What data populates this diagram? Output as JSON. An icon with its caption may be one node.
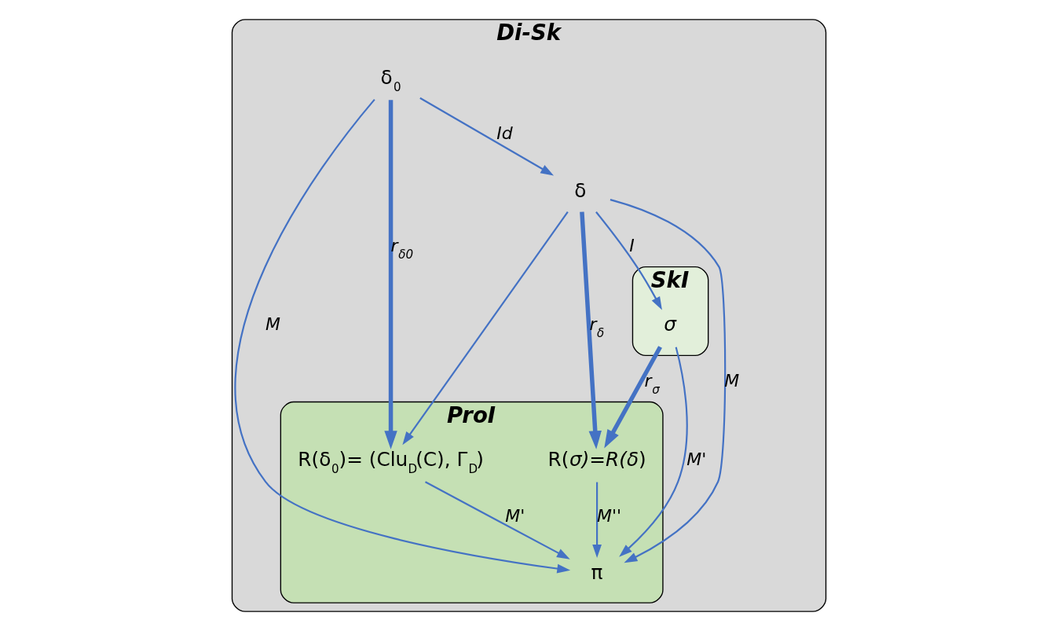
{
  "diagram": {
    "nodes": [
      {
        "text": [
          "Di-Sk"
        ]
      },
      {
        "text": [
          "SkI"
        ],
        "in": 0
      },
      {
        "text": [
          "ProI"
        ],
        "in": 0
      },
      {
        "text": [
          "δ"
        ],
        "in": 0
      },
      {
        "text": [
          "δ$_{0}$"
        ],
        "in": 0
      },
      {
        "text": [
          "π"
        ],
        "in": 2
      },
      {
        "text": [
          "*σ*"
        ],
        "in": 1
      },
      {
        "text": [
          "R(*σ)=R(δ*)"
        ],
        "in": 2
      },
      {
        "text": [
          "R(δ$_{0}$)= (Clu$_{D}$(C), Γ$_{D}$)"
        ],
        "in": 2
      }
    ],
    "edges": [
      {
        "from": 4,
        "to": 3,
        "arrow": "to",
        "label": "Id"
      },
      {
        "from": 3,
        "to": 6,
        "arrow": "to",
        "label": "I"
      },
      {
        "from": 3,
        "to": 5,
        "arrow": "to",
        "label": "M"
      },
      {
        "from": 4,
        "to": 5,
        "arrow": "to",
        "label": "M"
      },
      {
        "from": 3,
        "to": 8,
        "arrow": "to"
      },
      {
        "from": 3,
        "to": 7,
        "arrow": "to",
        "label": "r$_{δ}$",
        "style": "thick"
      },
      {
        "from": 6,
        "to": 5,
        "arrow": "to",
        "label": "M'"
      },
      {
        "from": 6,
        "to": 7,
        "arrow": "to",
        "label": "r$_{σ}$",
        "style": "thick"
      },
      {
        "from": 7,
        "to": 5,
        "arrow": "to",
        "label": "M''"
      },
      {
        "from": 8,
        "to": 5,
        "arrow": "to",
        "label": "M'"
      },
      {
        "from": 4,
        "to": 8,
        "arrow": "to",
        "label": "r$_{δ0}$",
        "style": "thick"
      }
    ]
  }
}
